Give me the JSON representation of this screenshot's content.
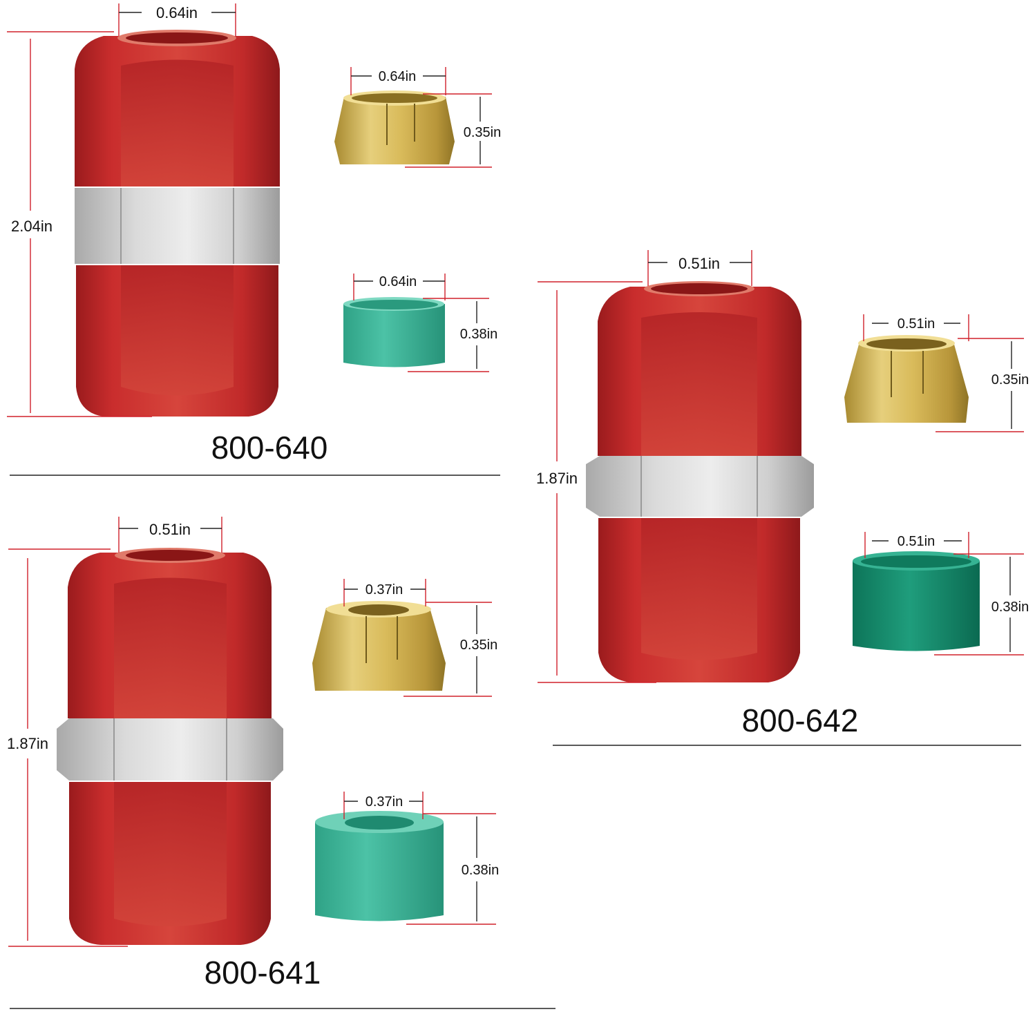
{
  "colors": {
    "red_anodized": "#c0282a",
    "red_dark": "#941a1c",
    "silver": "#c4c4c4",
    "brass": "#c9a946",
    "teal_light": "#3bb398",
    "teal_dark": "#158a6b",
    "dimension_line": "#d0202a"
  },
  "kits": [
    {
      "model": "800-640",
      "fitting": {
        "bore_width": "0.64in",
        "height": "2.04in"
      },
      "brass_ferrule": {
        "width": "0.64in",
        "height": "0.35in"
      },
      "green_sleeve": {
        "width": "0.64in",
        "height": "0.38in"
      }
    },
    {
      "model": "800-641",
      "fitting": {
        "bore_width": "0.51in",
        "height": "1.87in"
      },
      "brass_ferrule": {
        "width": "0.37in",
        "height": "0.35in"
      },
      "green_sleeve": {
        "width": "0.37in",
        "height": "0.38in"
      }
    },
    {
      "model": "800-642",
      "fitting": {
        "bore_width": "0.51in",
        "height": "1.87in"
      },
      "brass_ferrule": {
        "width": "0.51in",
        "height": "0.35in"
      },
      "green_sleeve": {
        "width": "0.51in",
        "height": "0.38in"
      }
    }
  ]
}
